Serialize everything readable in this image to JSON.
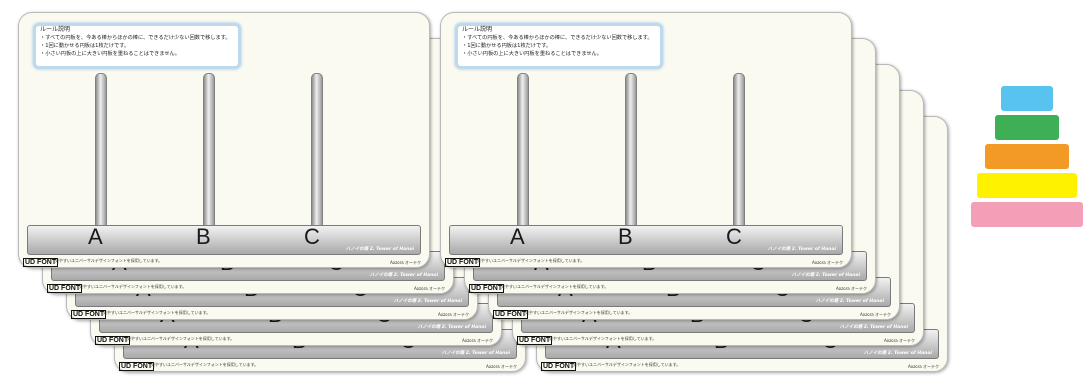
{
  "boards": {
    "letters": [
      "A",
      "B",
      "C"
    ],
    "title_en": "ハノイの塔 2. Tower of Hanoi",
    "font_logo": "UD FONT",
    "font_note": "見やすいユニバーサルデザインフォントを採用しています。",
    "brand": "Aozora オーテク"
  },
  "rules": {
    "heading": "ルール説明",
    "line1": "・すべての円板を、今ある棒からほかの棒に、できるだけ少ない回数で移します。",
    "line2": "・1回に動かせる円板は1枚だけです。",
    "line3": "・小さい円板の上に大きい円板を重ねることはできません。"
  },
  "tower_pieces": [
    {
      "color": "#58c3ef"
    },
    {
      "color": "#3faf55"
    },
    {
      "color": "#f39a26"
    },
    {
      "color": "#fff200"
    },
    {
      "color": "#f29fb7"
    }
  ]
}
